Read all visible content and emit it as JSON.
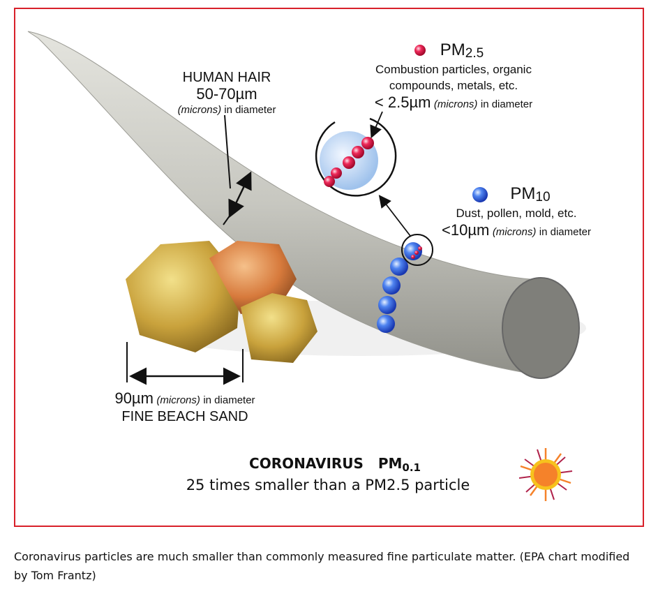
{
  "hair": {
    "title": "HUMAN HAIR",
    "size": "50-70µm",
    "unit": "(microns)",
    "suffix": "in diameter"
  },
  "pm25": {
    "title": "PM",
    "sub": "2.5",
    "desc1": "Combustion particles, organic",
    "desc2": "compounds, metals, etc.",
    "size": "< 2.5µm",
    "unit": "(microns)",
    "suffix": "in diameter"
  },
  "pm10": {
    "title": "PM",
    "sub": "10",
    "desc1": "Dust, pollen, mold, etc.",
    "size": "<10µm",
    "unit": "(microns)",
    "suffix": "in diameter"
  },
  "sand": {
    "size": "90µm",
    "unit": "(microns)",
    "suffix": "in diameter",
    "title": "FINE BEACH SAND"
  },
  "corona": {
    "title": "CORONAVIRUS",
    "pm": "PM",
    "sub": "0.1",
    "subtitle": "25 times smaller than a PM2.5 particle"
  },
  "caption": "Coronavirus particles are much smaller than commonly measured fine particulate matter. (EPA chart modified by Tom Frantz)",
  "colors": {
    "frame": "#d8202a",
    "hair": "#c9c9c3",
    "pm25": "#e0153a",
    "pm10": "#2f62e6",
    "virus_core": "#f5822a",
    "virus_halo": "#f7c21d"
  }
}
